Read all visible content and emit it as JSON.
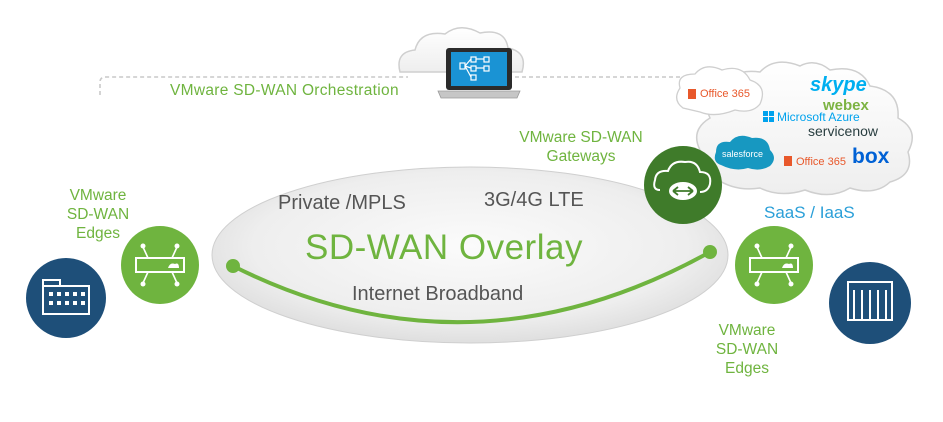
{
  "orchestration": {
    "label": "VMware SD-WAN Orchestration"
  },
  "edges_left": {
    "lines": [
      "VMware",
      "SD-WAN",
      "Edges"
    ]
  },
  "edges_right": {
    "lines": [
      "VMware",
      "SD-WAN",
      "Edges"
    ]
  },
  "gateways": {
    "lines": [
      "VMware SD-WAN",
      "Gateways"
    ]
  },
  "overlay": {
    "title": "SD-WAN Overlay",
    "transports": {
      "mpls": "Private /MPLS",
      "lte": "3G/4G LTE",
      "internet": "Internet Broadband"
    }
  },
  "cloud_apps": {
    "label": "SaaS / IaaS",
    "office_top": "Office 365",
    "office_bottom": "Office 365",
    "skype": "skype",
    "webex": "webex",
    "azure": "Microsoft Azure",
    "servicenow": "servicenow",
    "salesforce": "salesforce",
    "box": "box"
  },
  "colors": {
    "green": "#6fb43f",
    "dark_green": "#3f7b2a",
    "navy": "#1e4f79",
    "gray_text": "#555555",
    "saas_blue": "#2a9fd8"
  },
  "icons": [
    "cloud-icon",
    "laptop-icon",
    "building-icon",
    "edge-router-icon",
    "gateway-icon"
  ]
}
